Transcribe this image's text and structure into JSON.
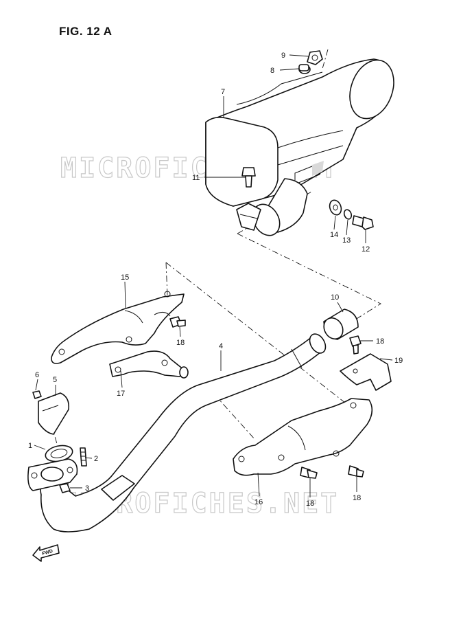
{
  "figure": {
    "title": "FIG. 12 A"
  },
  "watermark": {
    "text": "MICROFICHES.NET"
  },
  "direction": {
    "label": "FWD"
  },
  "callouts": [
    {
      "id": "c1",
      "label": "1"
    },
    {
      "id": "c2",
      "label": "2"
    },
    {
      "id": "c3",
      "label": "3"
    },
    {
      "id": "c4",
      "label": "4"
    },
    {
      "id": "c5",
      "label": "5"
    },
    {
      "id": "c6",
      "label": "6"
    },
    {
      "id": "c7",
      "label": "7"
    },
    {
      "id": "c8",
      "label": "8"
    },
    {
      "id": "c9",
      "label": "9"
    },
    {
      "id": "c10",
      "label": "10"
    },
    {
      "id": "c11",
      "label": "11"
    },
    {
      "id": "c12",
      "label": "12"
    },
    {
      "id": "c13",
      "label": "13"
    },
    {
      "id": "c14",
      "label": "14"
    },
    {
      "id": "c15",
      "label": "15"
    },
    {
      "id": "c16",
      "label": "16"
    },
    {
      "id": "c17",
      "label": "17"
    },
    {
      "id": "c18a",
      "label": "18"
    },
    {
      "id": "c18b",
      "label": "18"
    },
    {
      "id": "c18c",
      "label": "18"
    },
    {
      "id": "c18d",
      "label": "18"
    },
    {
      "id": "c19",
      "label": "19"
    }
  ]
}
